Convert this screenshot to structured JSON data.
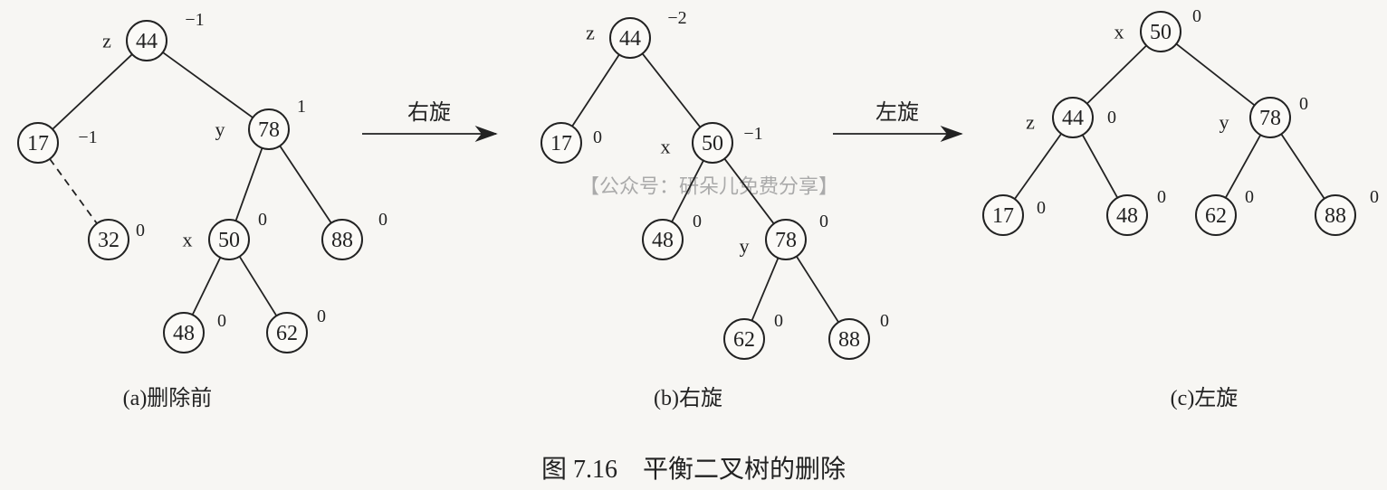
{
  "title": "图 7.16　平衡二叉树的删除",
  "watermark": "【公众号：研朵儿免费分享】",
  "arrows": [
    {
      "label": "右旋"
    },
    {
      "label": "左旋"
    }
  ],
  "trees": [
    {
      "caption": "(a)删除前",
      "nodes": [
        {
          "id": "a44",
          "value": "44",
          "tag": "z",
          "bf": "−1"
        },
        {
          "id": "a17",
          "value": "17",
          "tag": "",
          "bf": "−1"
        },
        {
          "id": "a78",
          "value": "78",
          "tag": "y",
          "bf": "1"
        },
        {
          "id": "a32",
          "value": "32",
          "tag": "",
          "bf": "0"
        },
        {
          "id": "a50",
          "value": "50",
          "tag": "x",
          "bf": "0"
        },
        {
          "id": "a88",
          "value": "88",
          "tag": "",
          "bf": "0"
        },
        {
          "id": "a48",
          "value": "48",
          "tag": "",
          "bf": "0"
        },
        {
          "id": "a62",
          "value": "62",
          "tag": "",
          "bf": "0"
        }
      ],
      "edges": [
        [
          "a44",
          "a17"
        ],
        [
          "a44",
          "a78"
        ],
        [
          "a17",
          "a32",
          "dashed"
        ],
        [
          "a78",
          "a50"
        ],
        [
          "a78",
          "a88"
        ],
        [
          "a50",
          "a48"
        ],
        [
          "a50",
          "a62"
        ]
      ]
    },
    {
      "caption": "(b)右旋",
      "nodes": [
        {
          "id": "b44",
          "value": "44",
          "tag": "z",
          "bf": "−2"
        },
        {
          "id": "b17",
          "value": "17",
          "tag": "",
          "bf": "0"
        },
        {
          "id": "b50",
          "value": "50",
          "tag": "x",
          "bf": "−1"
        },
        {
          "id": "b48",
          "value": "48",
          "tag": "",
          "bf": "0"
        },
        {
          "id": "b78",
          "value": "78",
          "tag": "y",
          "bf": "0"
        },
        {
          "id": "b62",
          "value": "62",
          "tag": "",
          "bf": "0"
        },
        {
          "id": "b88",
          "value": "88",
          "tag": "",
          "bf": "0"
        }
      ],
      "edges": [
        [
          "b44",
          "b17"
        ],
        [
          "b44",
          "b50"
        ],
        [
          "b50",
          "b48"
        ],
        [
          "b50",
          "b78"
        ],
        [
          "b78",
          "b62"
        ],
        [
          "b78",
          "b88"
        ]
      ]
    },
    {
      "caption": "(c)左旋",
      "nodes": [
        {
          "id": "c50",
          "value": "50",
          "tag": "x",
          "bf": "0"
        },
        {
          "id": "c44",
          "value": "44",
          "tag": "z",
          "bf": "0"
        },
        {
          "id": "c78",
          "value": "78",
          "tag": "y",
          "bf": "0"
        },
        {
          "id": "c17",
          "value": "17",
          "tag": "",
          "bf": "0"
        },
        {
          "id": "c48",
          "value": "48",
          "tag": "",
          "bf": "0"
        },
        {
          "id": "c62",
          "value": "62",
          "tag": "",
          "bf": "0"
        },
        {
          "id": "c88",
          "value": "88",
          "tag": "",
          "bf": "0"
        }
      ],
      "edges": [
        [
          "c50",
          "c44"
        ],
        [
          "c50",
          "c78"
        ],
        [
          "c44",
          "c17"
        ],
        [
          "c44",
          "c48"
        ],
        [
          "c78",
          "c62"
        ],
        [
          "c78",
          "c88"
        ]
      ]
    }
  ]
}
